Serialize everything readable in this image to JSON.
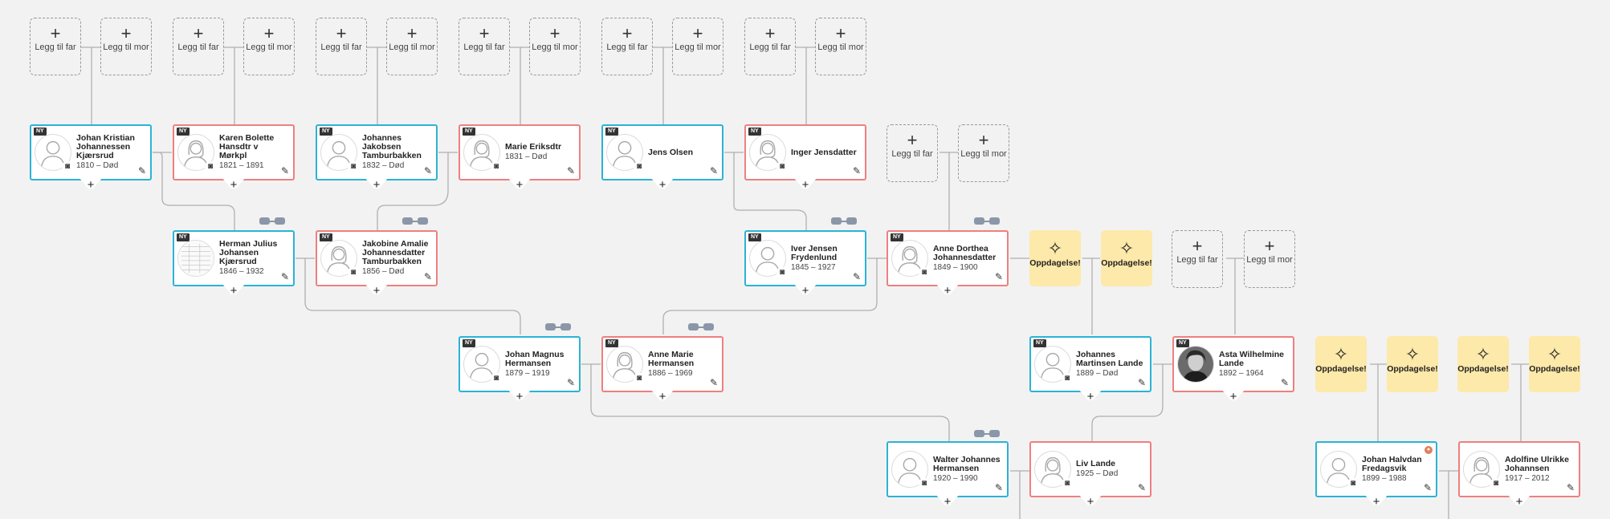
{
  "labels": {
    "add_father": "Legg til far",
    "add_mother": "Legg til mor",
    "discovery": "Oppdagelse!",
    "new_badge": "NY"
  },
  "colors": {
    "male_border": "#2bb3d6",
    "female_border": "#ef7f7f",
    "discovery_bg": "#fde9a9",
    "background": "#f2f2f2"
  },
  "people": {
    "johan_kristian": {
      "name": "Johan Kristian Johannessen Kjærsrud",
      "dates": "1810 – Død",
      "gender": "male"
    },
    "karen_bolette": {
      "name": "Karen Bolette Hansdtr v Mørkpl",
      "dates": "1821 – 1891",
      "gender": "female"
    },
    "johannes_jakobsen": {
      "name": "Johannes Jakobsen Tamburbakken",
      "dates": "1832 – Død",
      "gender": "male"
    },
    "marie_eriksdtr": {
      "name": "Marie Eriksdtr",
      "dates": "1831 – Død",
      "gender": "female"
    },
    "jens_olsen": {
      "name": "Jens Olsen",
      "dates": "",
      "gender": "male"
    },
    "inger_jensdatter": {
      "name": "Inger Jensdatter",
      "dates": "",
      "gender": "female"
    },
    "herman_julius": {
      "name": "Herman Julius Johansen Kjærsrud",
      "dates": "1846 – 1932",
      "gender": "male"
    },
    "jakobine_amalie": {
      "name": "Jakobine Amalie Johannesdatter Tamburbakken",
      "dates": "1856 – Død",
      "gender": "female"
    },
    "iver_jensen": {
      "name": "Iver Jensen Frydenlund",
      "dates": "1845 – 1927",
      "gender": "male"
    },
    "anne_dorthea": {
      "name": "Anne Dorthea Johannesdatter",
      "dates": "1849 – 1900",
      "gender": "female"
    },
    "johan_magnus": {
      "name": "Johan Magnus Hermansen",
      "dates": "1879 – 1919",
      "gender": "male"
    },
    "anne_marie": {
      "name": "Anne Marie Hermansen",
      "dates": "1886 – 1969",
      "gender": "female"
    },
    "johannes_martinsen": {
      "name": "Johannes Martinsen Lande",
      "dates": "1889 – Død",
      "gender": "male"
    },
    "asta_wilhelmine": {
      "name": "Asta Wilhelmine Lande",
      "dates": "1892 – 1964",
      "gender": "female"
    },
    "walter_johannes": {
      "name": "Walter Johannes Hermansen",
      "dates": "1920 – 1990",
      "gender": "male"
    },
    "liv_lande": {
      "name": "Liv Lande",
      "dates": "1925 – Død",
      "gender": "female"
    },
    "johan_halvdan": {
      "name": "Johan Halvdan Fredagsvik",
      "dates": "1899 – 1988",
      "gender": "male"
    },
    "adolfine_ulrikke": {
      "name": "Adolfine Ulrikke Johannsen",
      "dates": "1917 – 2012",
      "gender": "female"
    }
  }
}
